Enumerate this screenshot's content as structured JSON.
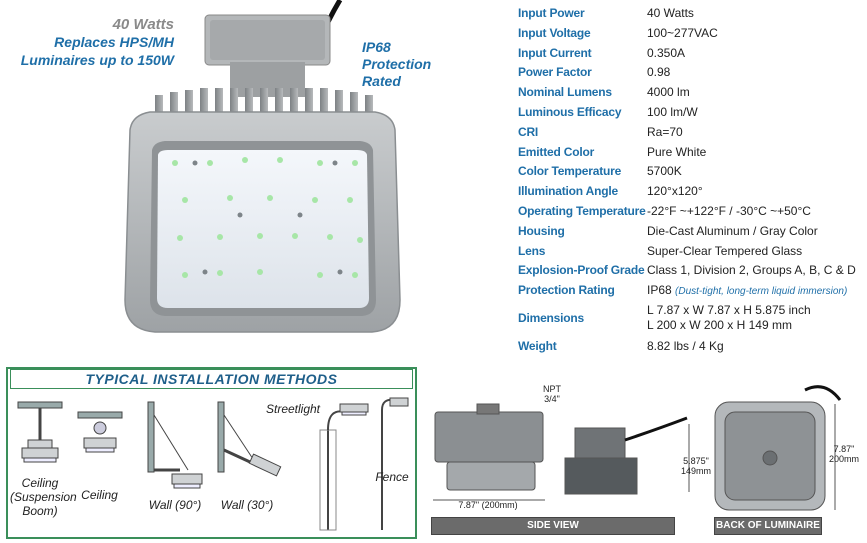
{
  "callouts": {
    "watts": "40 Watts",
    "replaces_line1": "Replaces HPS/MH",
    "replaces_line2": "Luminaires up to 150W",
    "ip_line1": "IP68",
    "ip_line2": "Protection Rated"
  },
  "specs": [
    {
      "label": "Input Power",
      "value": "40 Watts"
    },
    {
      "label": "Input Voltage",
      "value": "100~277VAC"
    },
    {
      "label": "Input Current",
      "value": "0.350A"
    },
    {
      "label": "Power Factor",
      "value": "0.98"
    },
    {
      "label": "Nominal Lumens",
      "value": "4000 lm"
    },
    {
      "label": "Luminous Efficacy",
      "value": "100 lm/W"
    },
    {
      "label": "CRI",
      "value": "Ra=70"
    },
    {
      "label": "Emitted Color",
      "value": "Pure White"
    },
    {
      "label": "Color Temperature",
      "value": "5700K"
    },
    {
      "label": "Illumination Angle",
      "value": "120°x120°"
    },
    {
      "label": "Operating Temperature",
      "value": "-22°F ~+122°F / -30°C ~+50°C"
    },
    {
      "label": "Housing",
      "value": "Die-Cast Aluminum / Gray Color"
    },
    {
      "label": "Lens",
      "value": "Super-Clear Tempered Glass"
    },
    {
      "label": "Explosion-Proof Grade",
      "value": "Class 1, Division 2, Groups A, B, C & D"
    },
    {
      "label": "Protection Rating",
      "value": "IP68",
      "note": "(Dust-tight, long-term liquid immersion)"
    },
    {
      "label": "Dimensions",
      "value": "L 7.87 x W 7.87 x H 5.875 inch",
      "value2": "L 200 x W 200 x H 149 mm"
    },
    {
      "label": "Weight",
      "value": "8.82 lbs / 4 Kg"
    }
  ],
  "installation": {
    "title": "TYPICAL INSTALLATION METHODS",
    "ceiling_suspension": [
      "Ceiling",
      "(Suspension",
      "Boom)"
    ],
    "ceiling": "Ceiling",
    "wall90": "Wall (90°)",
    "wall30": "Wall (30°)",
    "streetlight": "Streetlight",
    "fence": "Fence"
  },
  "diagrams": {
    "npt_line1": "NPT",
    "npt_line2": "3/4\"",
    "width": "7.87\" (200mm)",
    "height_in": "5.875\"",
    "height_mm": "149mm",
    "back_in": "7.87\"",
    "back_mm": "200mm",
    "side_view": "SIDE VIEW",
    "back_view": "BACK OF LUMINAIRE"
  }
}
